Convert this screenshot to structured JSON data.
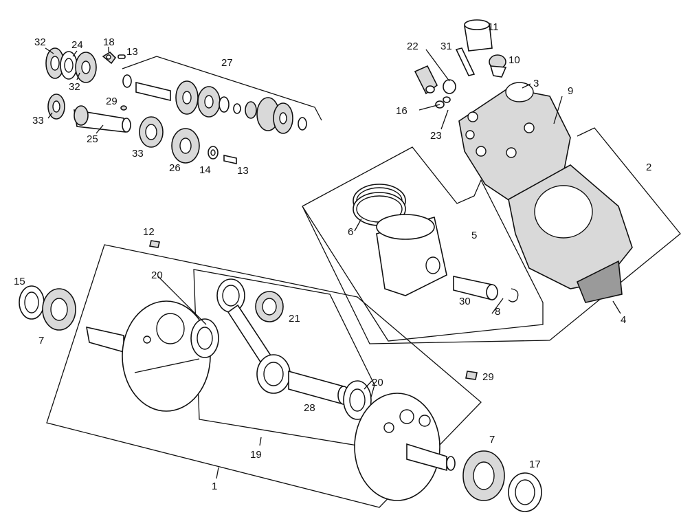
{
  "diagram": {
    "callouts": {
      "n1": "1",
      "n2": "2",
      "n3": "3",
      "n4": "4",
      "n5": "5",
      "n6": "6",
      "n7a": "7",
      "n7b": "7",
      "n8": "8",
      "n9": "9",
      "n10": "10",
      "n11": "11",
      "n12": "12",
      "n13a": "13",
      "n13b": "13",
      "n14": "14",
      "n15": "15",
      "n16": "16",
      "n17": "17",
      "n18": "18",
      "n19": "19",
      "n20a": "20",
      "n20b": "20",
      "n21": "21",
      "n22": "22",
      "n23": "23",
      "n24": "24",
      "n25": "25",
      "n26": "26",
      "n27": "27",
      "n28": "28",
      "n29a": "29",
      "n29b": "29",
      "n30": "30",
      "n31": "31",
      "n32a": "32",
      "n32b": "32",
      "n33a": "33",
      "n33b": "33"
    }
  }
}
